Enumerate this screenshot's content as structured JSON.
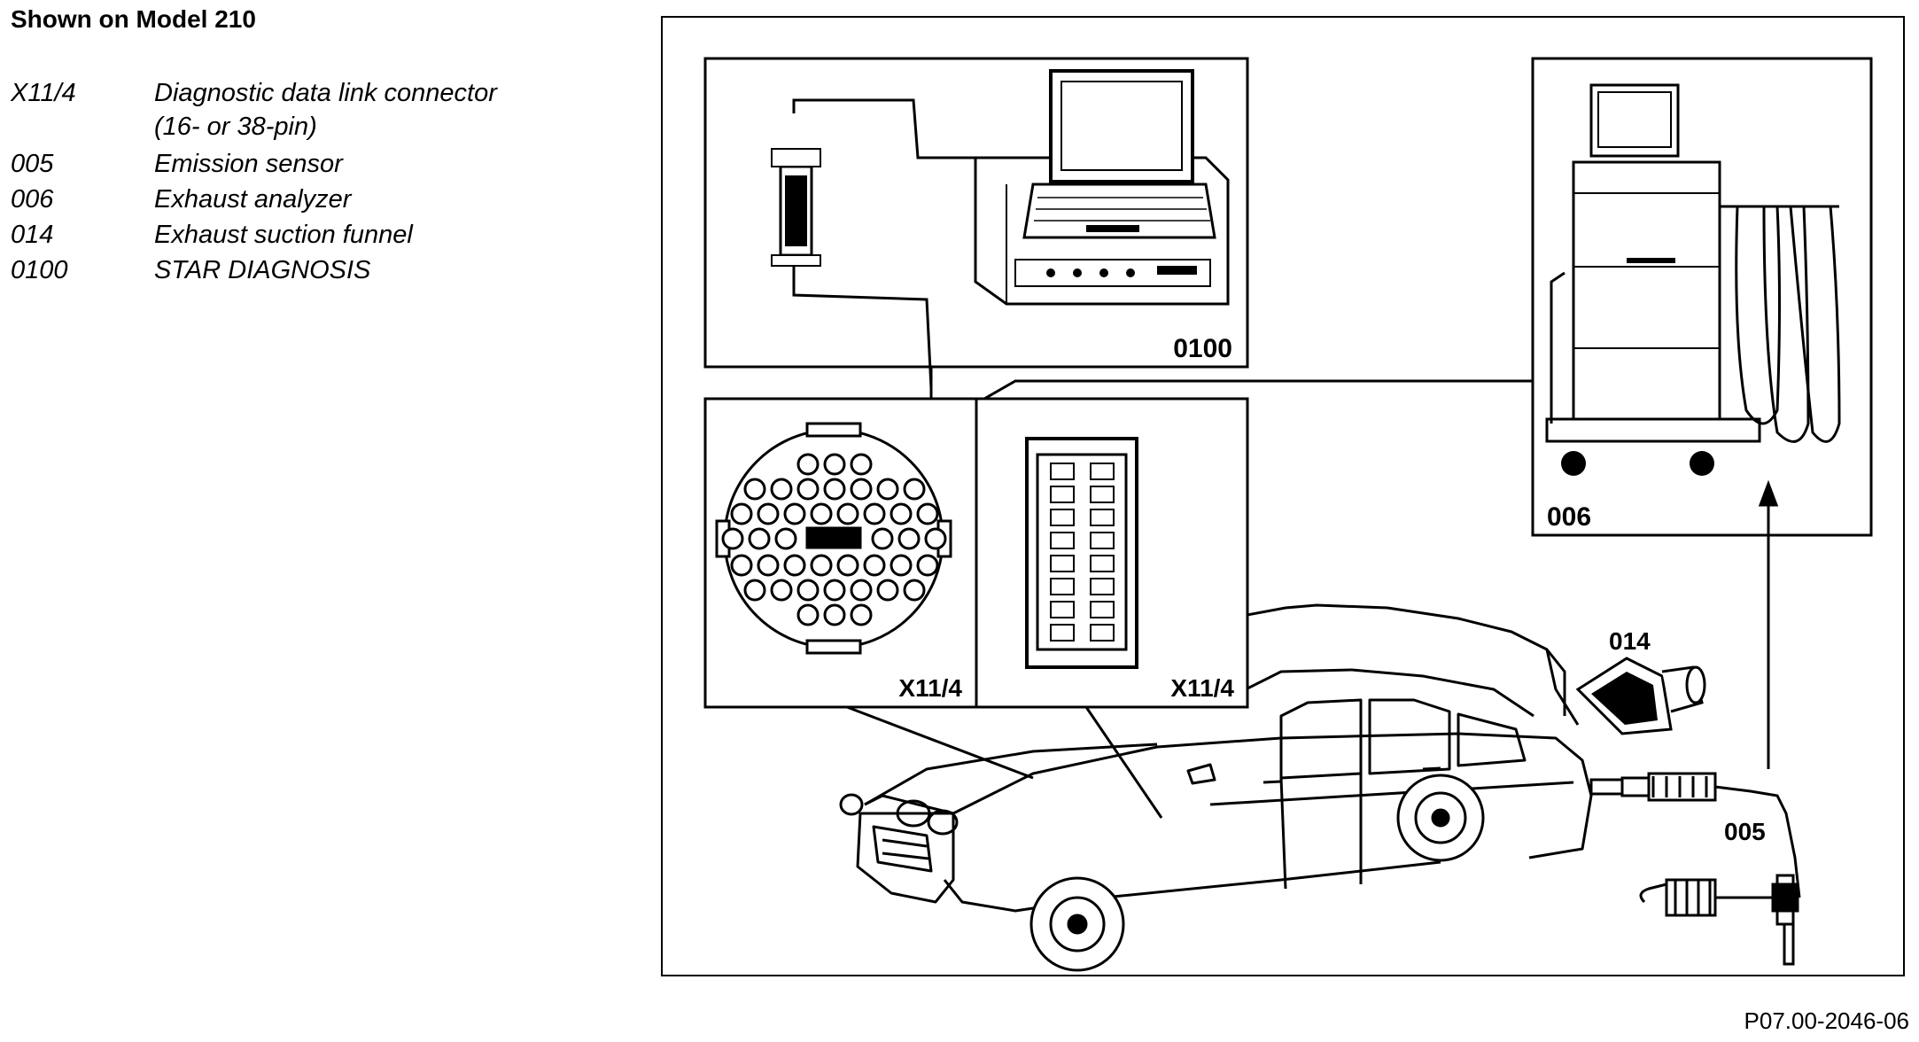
{
  "legend": {
    "title": "Shown on Model 210",
    "items": [
      {
        "code": "X11/4",
        "line1": "Diagnostic data link connector",
        "line2": "(16- or 38-pin)"
      },
      {
        "code": "005",
        "line1": "Emission sensor",
        "line2": ""
      },
      {
        "code": "006",
        "line1": "Exhaust analyzer",
        "line2": ""
      },
      {
        "code": "014",
        "line1": "Exhaust suction funnel",
        "line2": ""
      },
      {
        "code": "0100",
        "line1": "STAR DIAGNOSIS",
        "line2": ""
      }
    ]
  },
  "diagram": {
    "labels": {
      "star_diagnosis": "0100",
      "exhaust_analyzer": "006",
      "connector_round": "X11/4",
      "connector_rect": "X11/4",
      "suction_funnel": "014",
      "emission_sensor": "005"
    },
    "figure_id": "P07.00-2046-06"
  }
}
